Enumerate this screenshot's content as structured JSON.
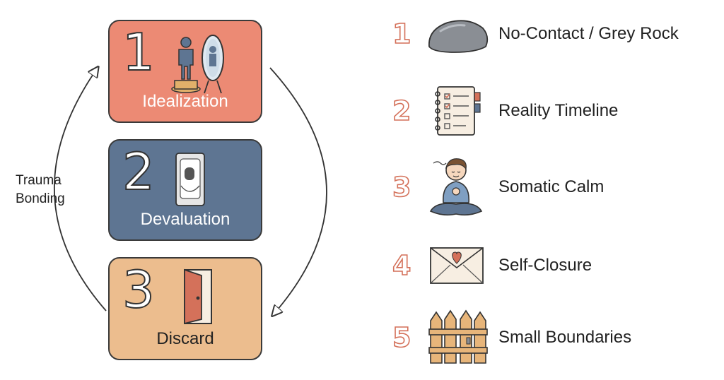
{
  "cycle": {
    "side_label_line1": "Trauma",
    "side_label_line2": "Bonding",
    "stages": [
      {
        "number": "1",
        "label": "Idealization",
        "color": "#ec8a74",
        "label_color": "#ffffff",
        "icon": "mirror-figure-icon"
      },
      {
        "number": "2",
        "label": "Devaluation",
        "color": "#5e7592",
        "label_color": "#ffffff",
        "icon": "phone-icon"
      },
      {
        "number": "3",
        "label": "Discard",
        "color": "#ecbd8e",
        "label_color": "#222222",
        "icon": "open-door-icon"
      }
    ]
  },
  "strategies": [
    {
      "number": "1",
      "label": "No-Contact / Grey Rock",
      "icon": "grey-rock-icon"
    },
    {
      "number": "2",
      "label": "Reality Timeline",
      "icon": "checklist-notebook-icon"
    },
    {
      "number": "3",
      "label": "Somatic Calm",
      "icon": "meditating-person-icon"
    },
    {
      "number": "4",
      "label": "Self-Closure",
      "icon": "heart-envelope-icon"
    },
    {
      "number": "5",
      "label": "Small Boundaries",
      "icon": "wooden-fence-icon"
    }
  ],
  "colors": {
    "accent_number": "#d4715a",
    "arrow": "#333333"
  }
}
